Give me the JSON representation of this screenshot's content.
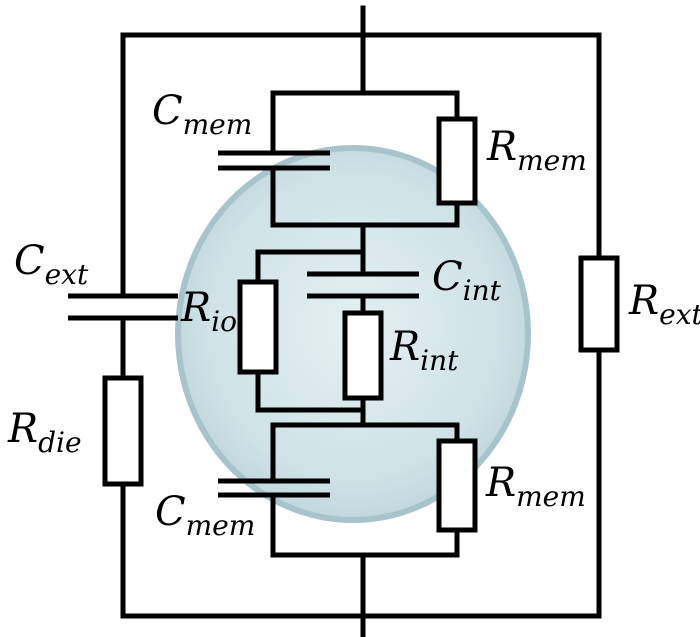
{
  "components": {
    "c_mem_top": {
      "symbol": "C",
      "subscript": "mem"
    },
    "r_mem_top": {
      "symbol": "R",
      "subscript": "mem"
    },
    "c_ext": {
      "symbol": "C",
      "subscript": "ext"
    },
    "c_int": {
      "symbol": "C",
      "subscript": "int"
    },
    "r_io": {
      "symbol": "R",
      "subscript": "io"
    },
    "r_ext": {
      "symbol": "R",
      "subscript": "ext"
    },
    "r_int": {
      "symbol": "R",
      "subscript": "int"
    },
    "r_die": {
      "symbol": "R",
      "subscript": "die"
    },
    "r_mem_bottom": {
      "symbol": "R",
      "subscript": "mem"
    },
    "c_mem_bottom": {
      "symbol": "C",
      "subscript": "mem"
    }
  },
  "colors": {
    "wire": "#000000",
    "cell_fill": "#cfe2e6",
    "cell_edge": "#a7c4ca",
    "background": "#ffffff"
  }
}
